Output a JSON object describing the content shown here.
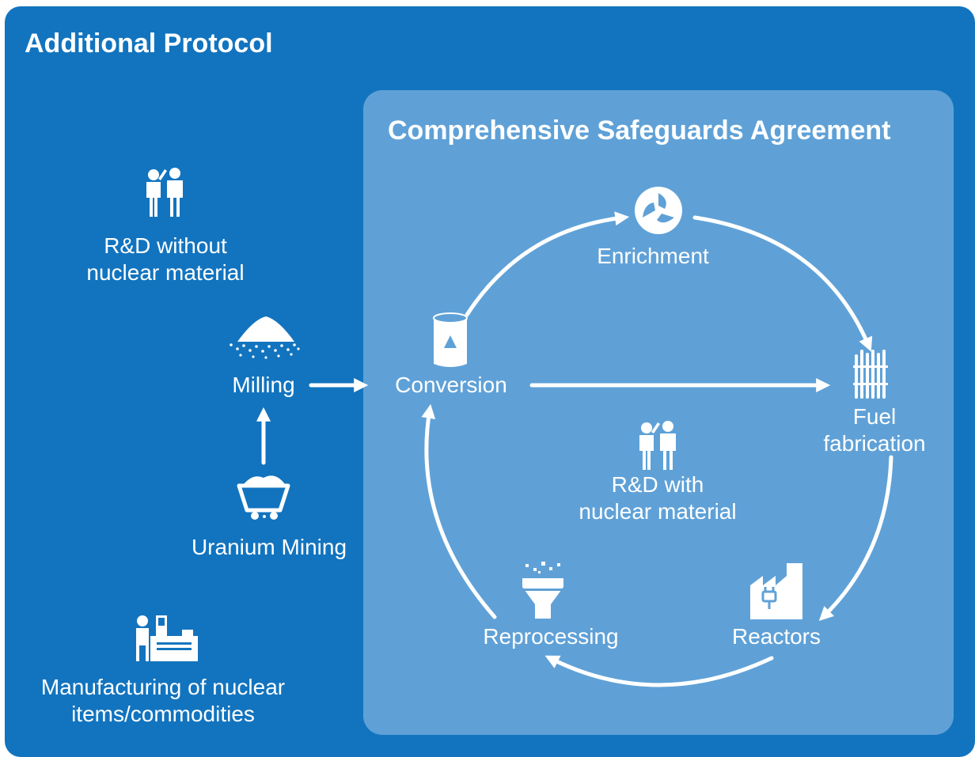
{
  "additional_protocol": {
    "title": "Additional Protocol",
    "rd_without_line1": "R&D without",
    "rd_without_line2": "nuclear material",
    "milling": "Milling",
    "uranium_mining": "Uranium Mining",
    "manufacturing_line1": "Manufacturing of nuclear",
    "manufacturing_line2": "items/commodities"
  },
  "csa": {
    "title": "Comprehensive Safeguards Agreement",
    "enrichment": "Enrichment",
    "conversion": "Conversion",
    "fuel_line1": "Fuel",
    "fuel_line2": "fabrication",
    "rd_with_line1": "R&D with",
    "rd_with_line2": "nuclear material",
    "reactors": "Reactors",
    "reprocessing": "Reprocessing"
  },
  "colors": {
    "outer_panel": "#1274bf",
    "inner_panel": "#5fa1d7",
    "foreground": "#ffffff"
  }
}
